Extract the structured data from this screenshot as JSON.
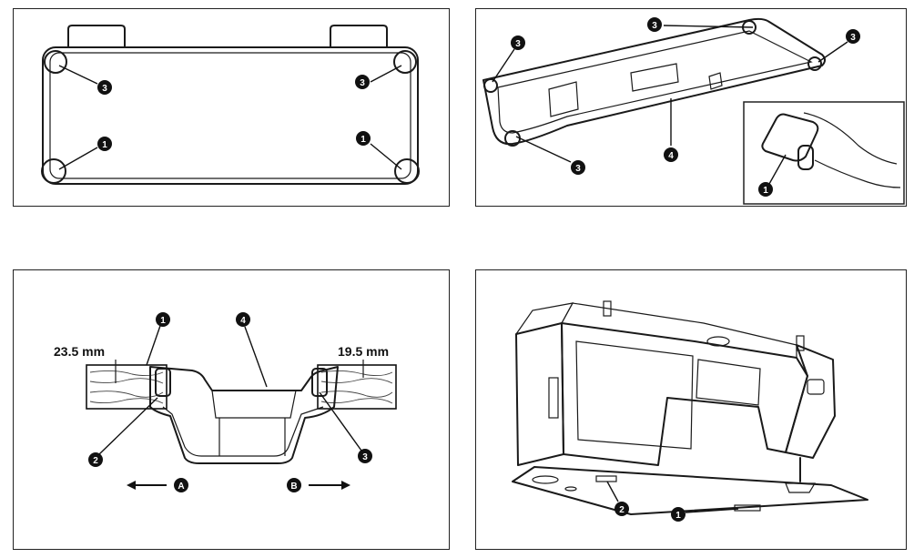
{
  "callouts": {
    "n1": "1",
    "n2": "2",
    "n3": "3",
    "n4": "4"
  },
  "dimensions": {
    "left": "23.5 mm",
    "right": "19.5 mm"
  },
  "directions": {
    "a": "A",
    "b": "B"
  }
}
